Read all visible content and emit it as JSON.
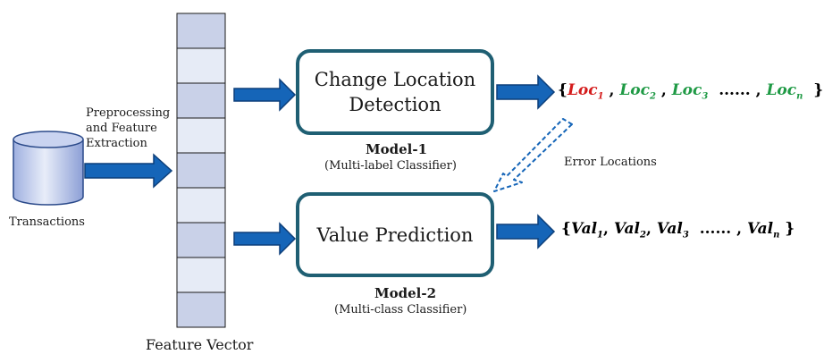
{
  "diagram": {
    "source": {
      "label": "Transactions"
    },
    "preprocess": {
      "lines": [
        "Preprocessing",
        "and Feature",
        "Extraction"
      ]
    },
    "feature_vector": {
      "label": "Feature Vector",
      "cells": 9
    },
    "model1": {
      "box_lines": [
        "Change Location",
        "Detection"
      ],
      "title": "Model-1",
      "subtitle": "(Multi-label Classifier)"
    },
    "model2": {
      "box_text": "Value Prediction",
      "title": "Model-2",
      "subtitle": "(Multi-class Classifier)"
    },
    "error_label": "Error Locations",
    "output1": {
      "open": "{",
      "items": [
        {
          "base": "Loc",
          "sub": "1"
        },
        {
          "base": "Loc",
          "sub": "2"
        },
        {
          "base": "Loc",
          "sub": "3"
        },
        {
          "base": "Loc",
          "sub": "n"
        }
      ],
      "sep": ",",
      "ellipsis": "......",
      "close": "}"
    },
    "output2": {
      "open": "{",
      "items": [
        {
          "base": "Val",
          "sub": "1"
        },
        {
          "base": "Val",
          "sub": "2"
        },
        {
          "base": "Val",
          "sub": "3"
        },
        {
          "base": "Val",
          "sub": "n"
        }
      ],
      "sep": ",",
      "ellipsis": "......",
      "close": "}"
    },
    "colors": {
      "arrow": "#1565b8",
      "arrow_dark": "#0d3f7a",
      "box_border": "#1f5f73",
      "cell_dark": "#c9d1e8",
      "cell_light": "#e6ebf6",
      "loc_first": "#d41c1c",
      "loc_rest": "#1f9a45"
    }
  }
}
